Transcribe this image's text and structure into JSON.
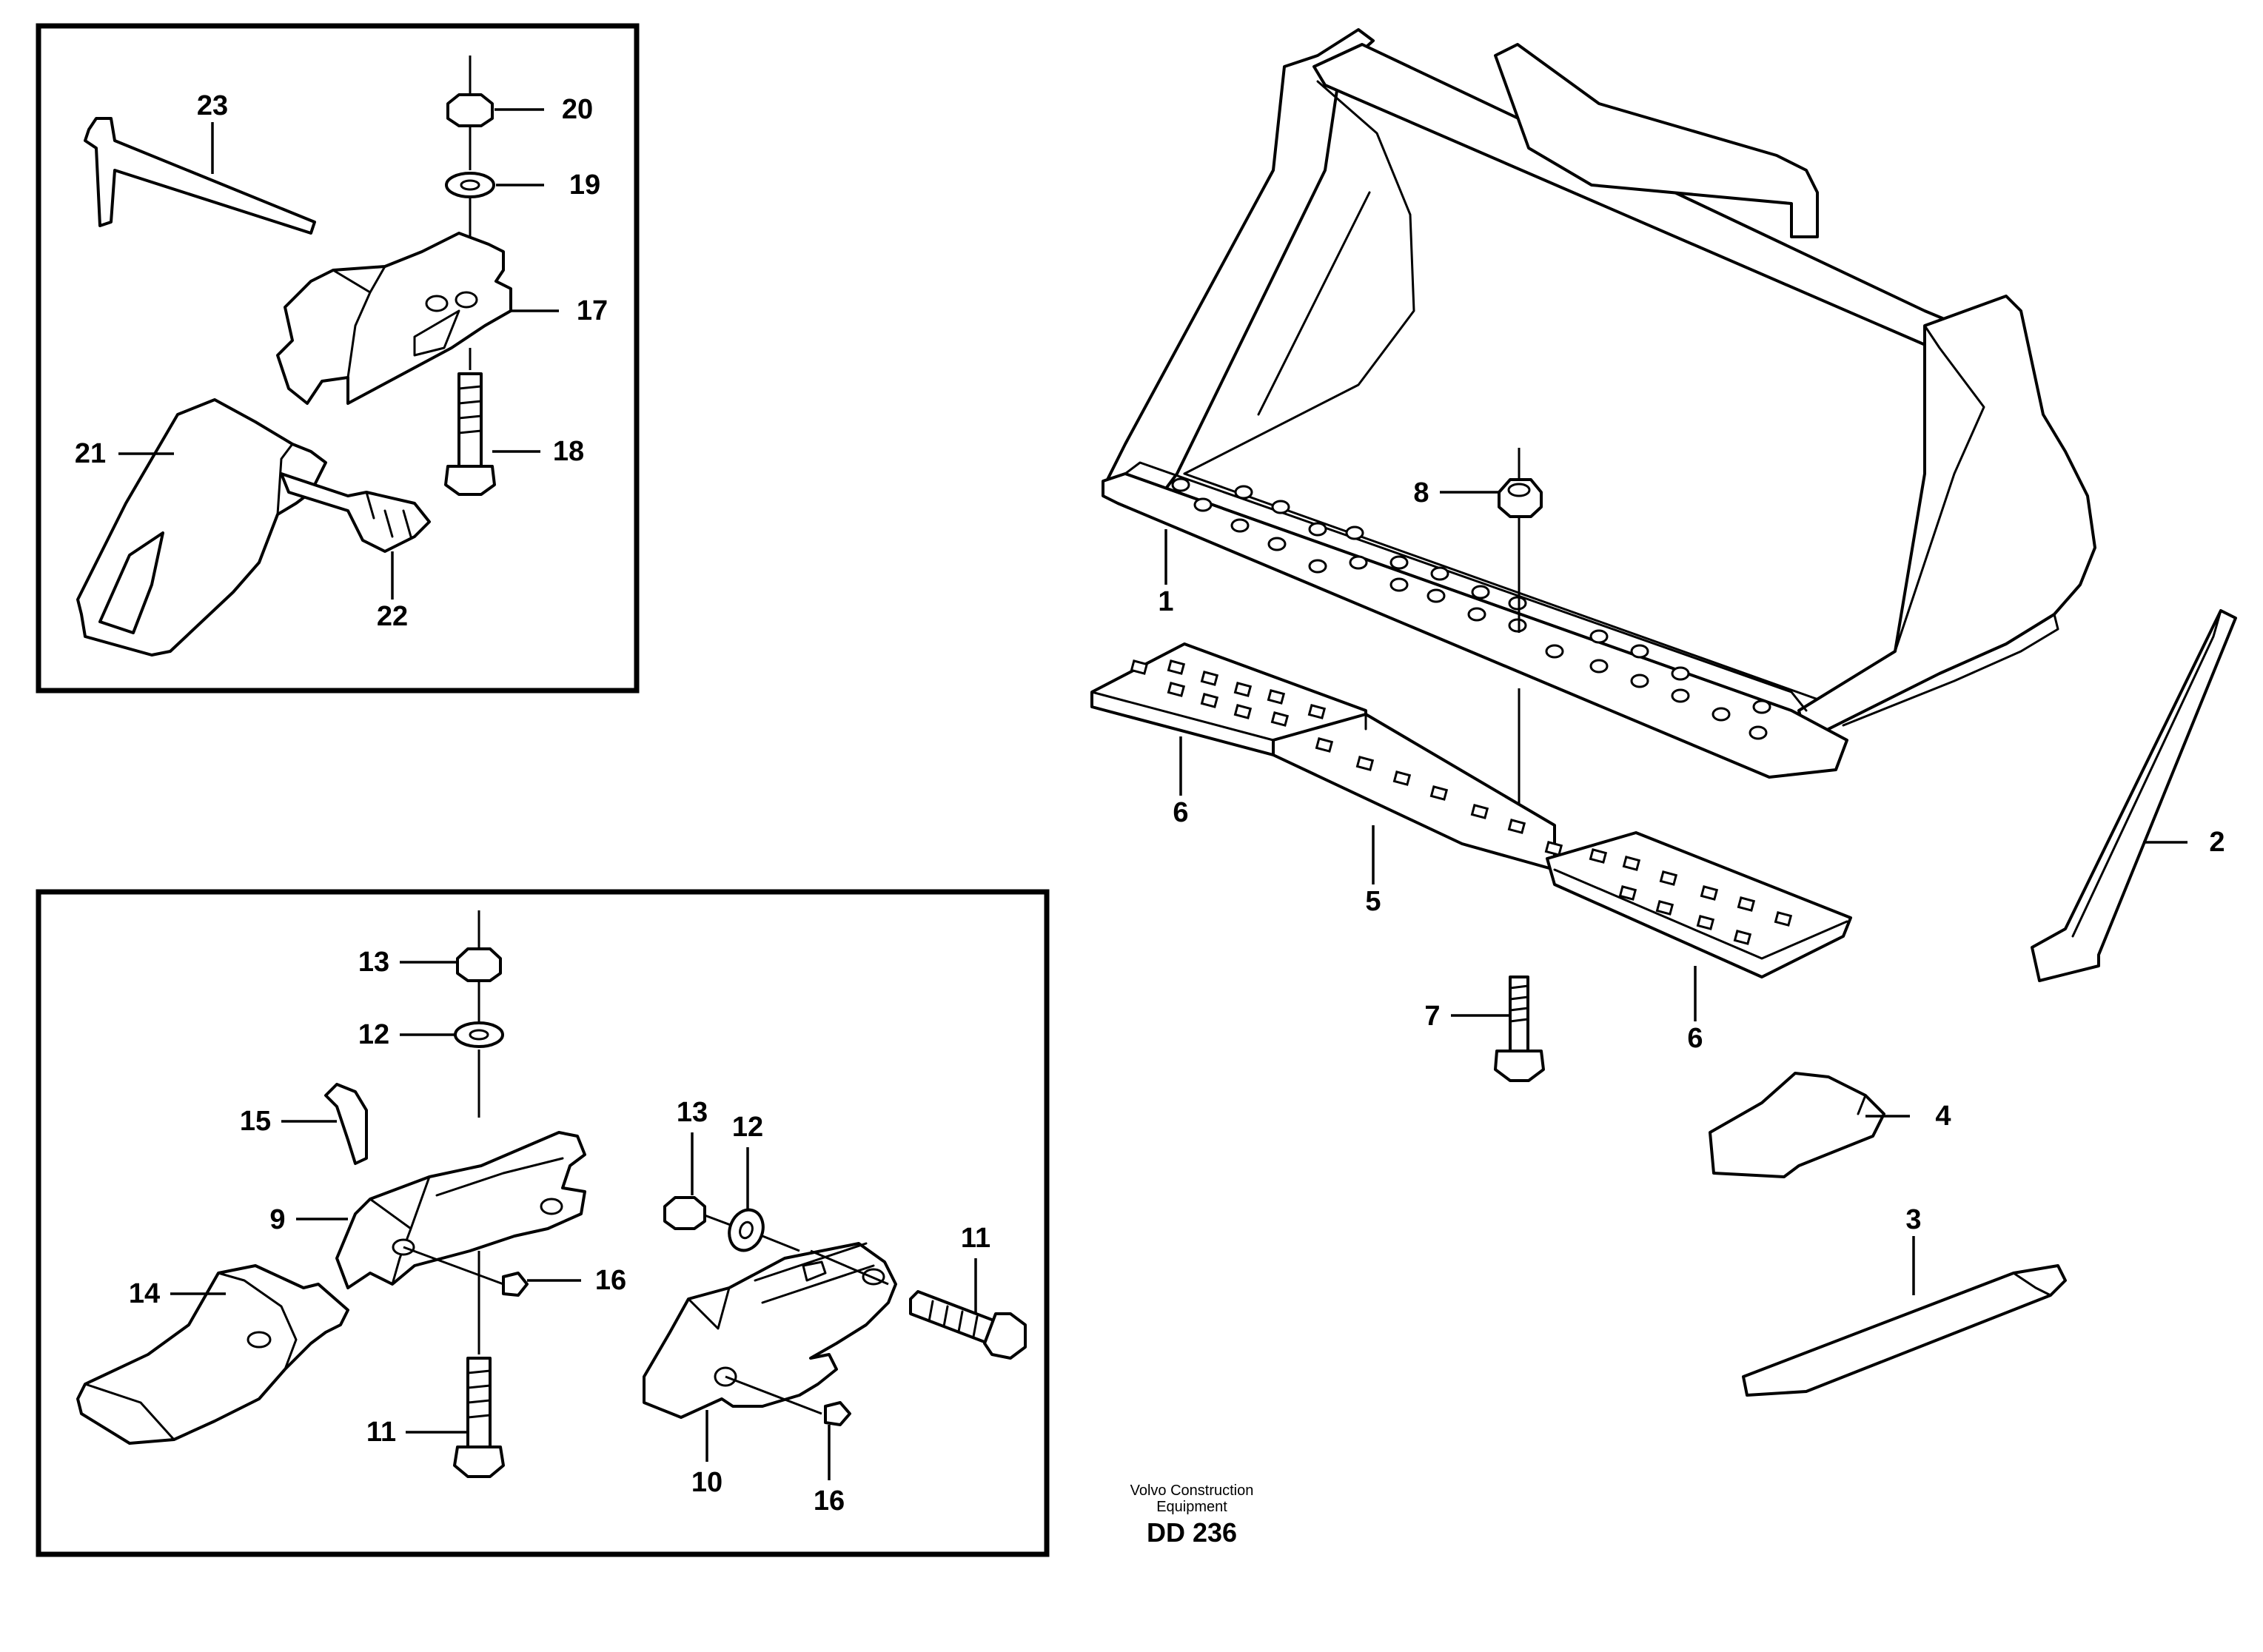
{
  "callouts": {
    "c1": "1",
    "c2": "2",
    "c3": "3",
    "c4": "4",
    "c5": "5",
    "c6a": "6",
    "c6b": "6",
    "c7": "7",
    "c8": "8",
    "c9": "9",
    "c10": "10",
    "c11a": "11",
    "c11b": "11",
    "c12a": "12",
    "c12b": "12",
    "c13a": "13",
    "c13b": "13",
    "c14": "14",
    "c15": "15",
    "c16a": "16",
    "c16b": "16",
    "c17": "17",
    "c18": "18",
    "c19": "19",
    "c20": "20",
    "c21": "21",
    "c22": "22",
    "c23": "23"
  },
  "footer": {
    "company_line1": "Volvo Construction",
    "company_line2": "Equipment",
    "drawing_number": "DD 236"
  }
}
